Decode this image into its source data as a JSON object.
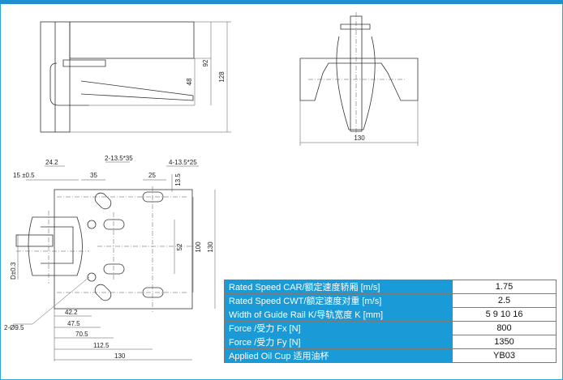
{
  "drawing": {
    "side_view_dims": [
      "92",
      "48",
      "128"
    ],
    "front_view_dims": [
      "130"
    ],
    "plan_view_dims": {
      "top": [
        "24.2",
        "15 ±0.5",
        "2-13.5*35",
        "35",
        "25",
        "4-13.5*25",
        "13.5"
      ],
      "right": [
        "52",
        "100",
        "130"
      ],
      "left": [
        "D±0.3",
        "2-Ø9.5"
      ],
      "bottom": [
        "42.2",
        "47.5",
        "70.5",
        "112.5",
        "130"
      ]
    }
  },
  "spec_table": [
    {
      "label": "Rated Speed CAR/额定速度轿厢 [m/s]",
      "value": "1.75"
    },
    {
      "label": "Rated Speed CWT/额定速度对重 [m/s]",
      "value": "2.5"
    },
    {
      "label": "Width of Guide Rail K/导轨宽度 K [mm]",
      "value": "5 9 10 16"
    },
    {
      "label": "Force /受力 Fx [N]",
      "value": "800"
    },
    {
      "label": "Force /受力 Fy [N]",
      "value": "1350"
    },
    {
      "label": "Applied Oil Cup 适用油杯",
      "value": "YB03"
    }
  ],
  "colors": {
    "accent": "#1a9ad6",
    "frame": "#29a8e0"
  }
}
